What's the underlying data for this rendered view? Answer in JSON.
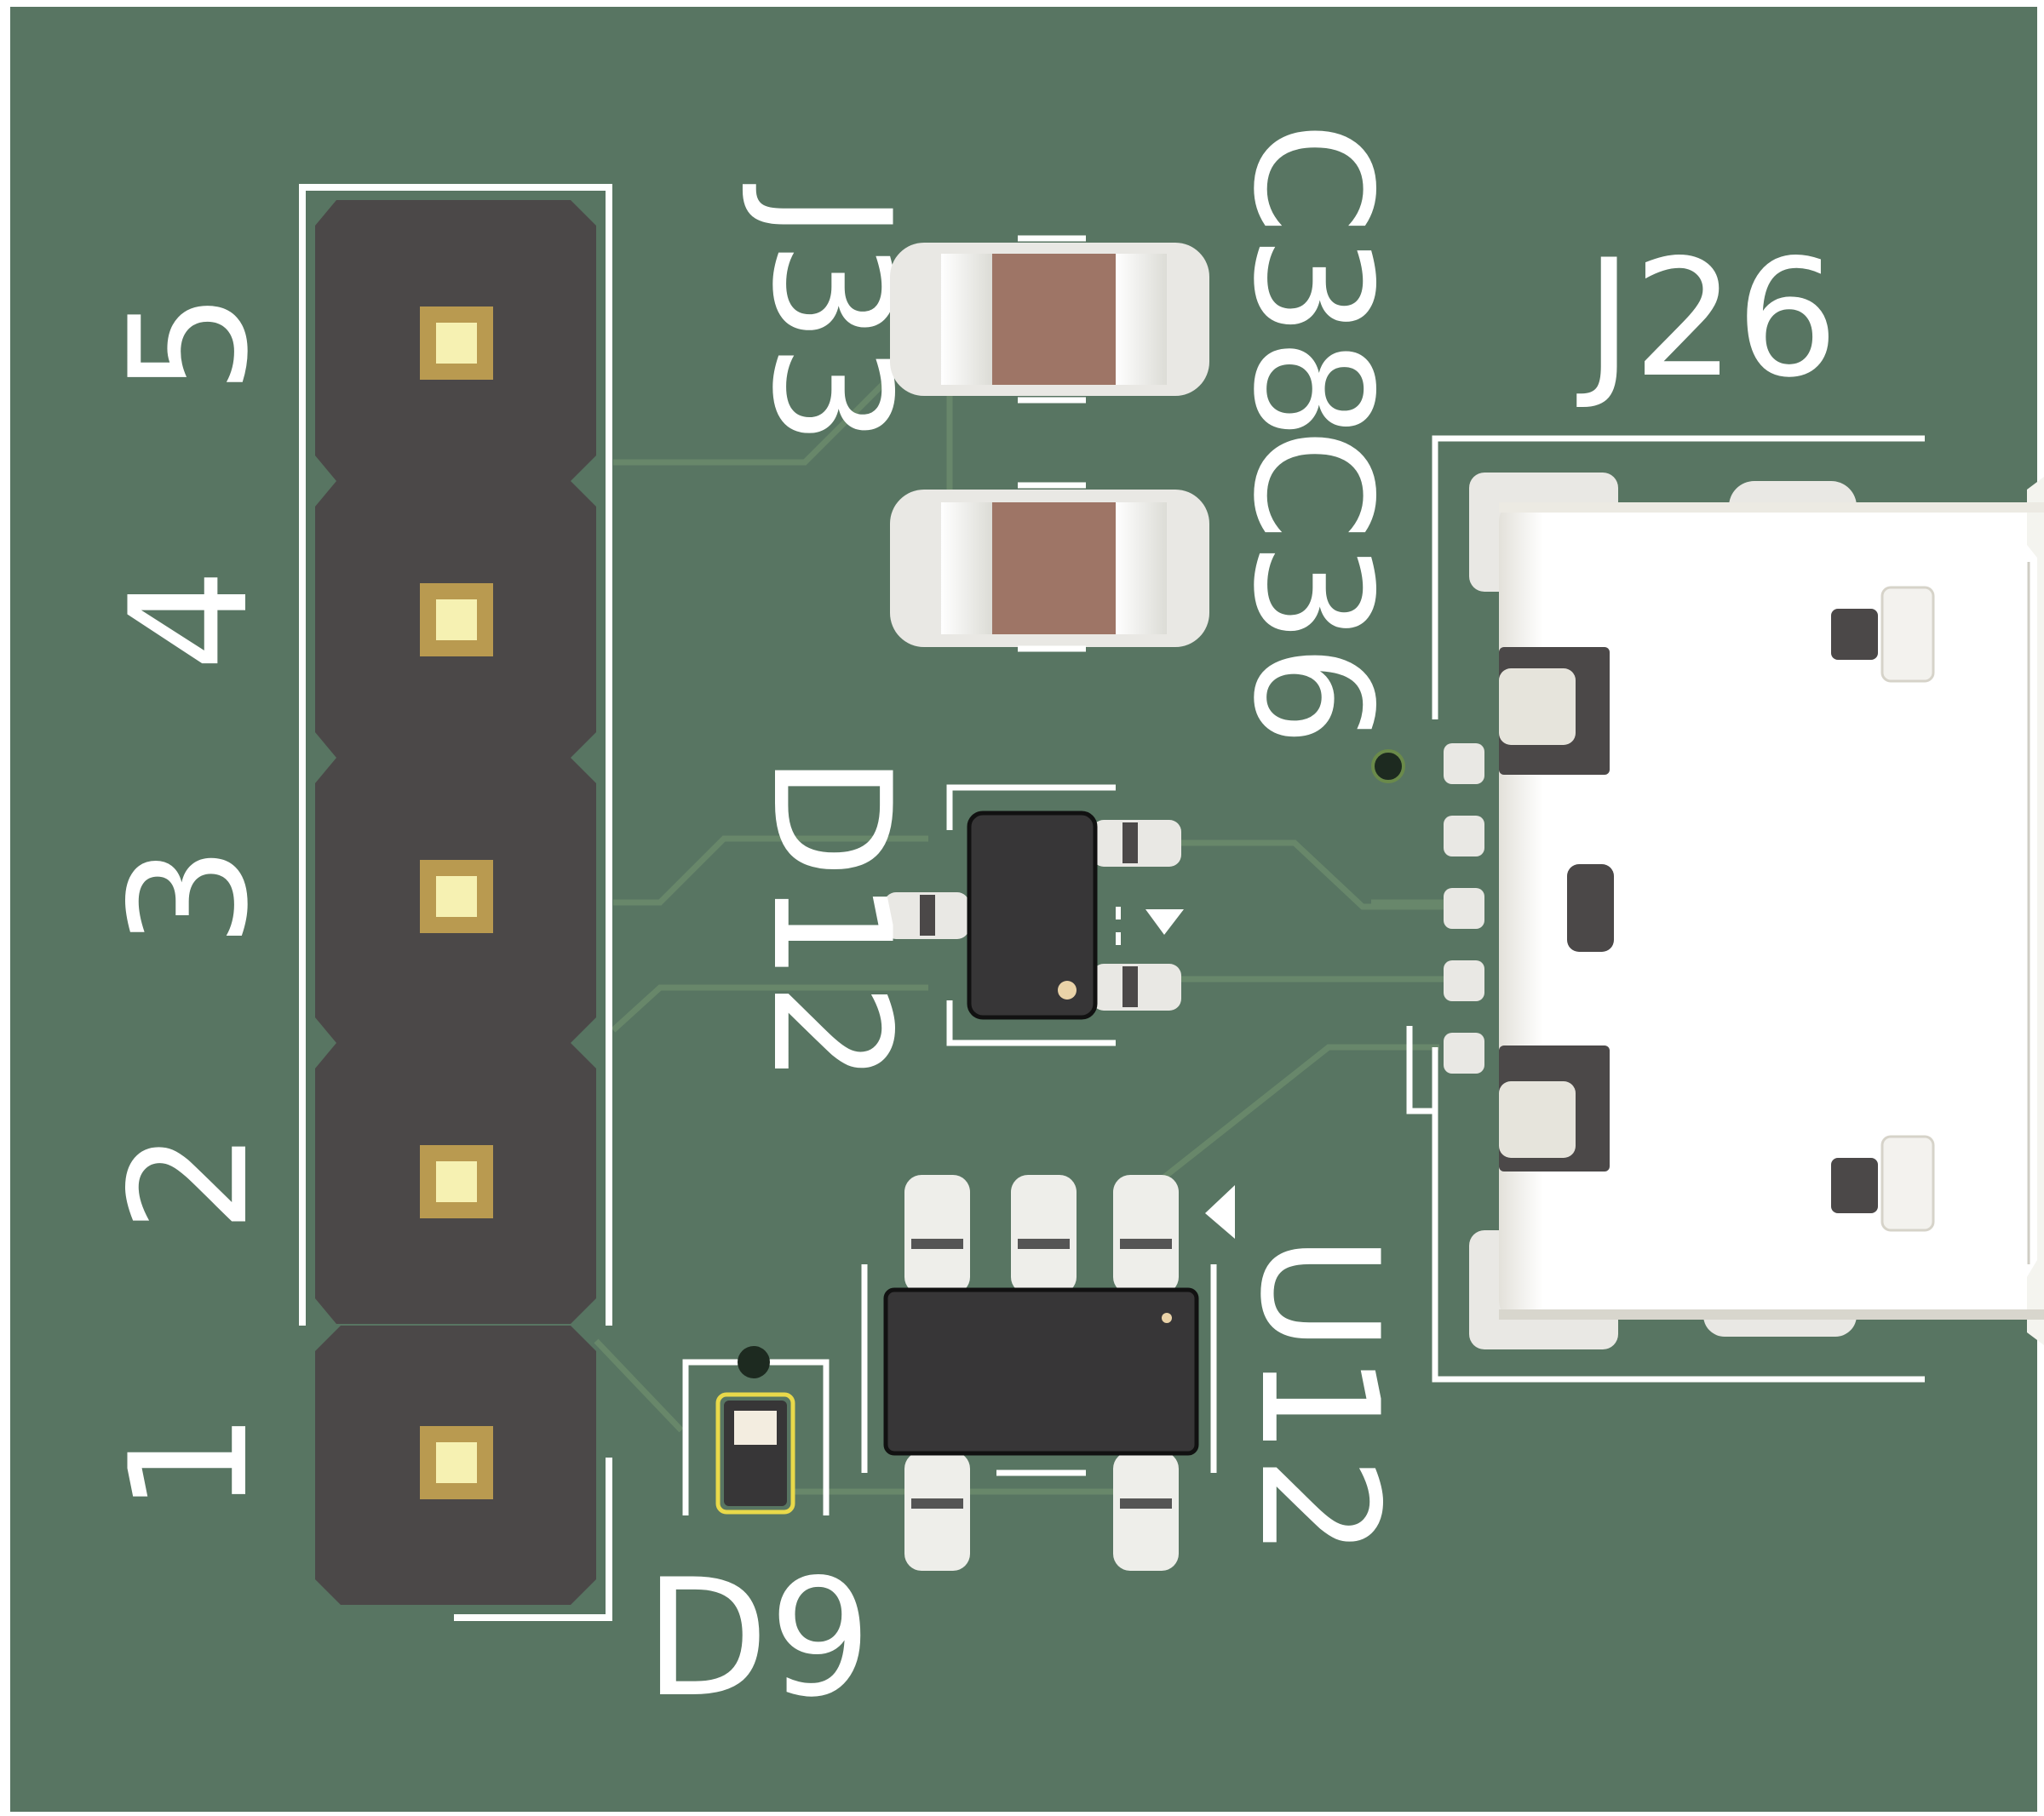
{
  "view": {
    "title": "PCB 3D render",
    "board_color": "#587562",
    "silkscreen_color": "#ffffff",
    "pad_color": "#d9c57e",
    "ic_body_color": "#373637",
    "capacitor_color": "#9e7566",
    "connector_color": "#f2f1ec"
  },
  "components": {
    "J33": {
      "designator": "J33",
      "type": "pin-header-1x5",
      "pin_numbers": [
        "1",
        "2",
        "3",
        "4",
        "5"
      ]
    },
    "J26": {
      "designator": "J26",
      "type": "micro-usb-connector"
    },
    "C38": {
      "designator": "C38",
      "type": "smd-capacitor"
    },
    "C36": {
      "designator": "C36",
      "type": "smd-capacitor"
    },
    "D12": {
      "designator": "D12",
      "type": "sot-23-diode"
    },
    "D9": {
      "designator": "D9",
      "type": "smd-led"
    },
    "U12": {
      "designator": "U12",
      "type": "sot-23-5-ic"
    }
  }
}
